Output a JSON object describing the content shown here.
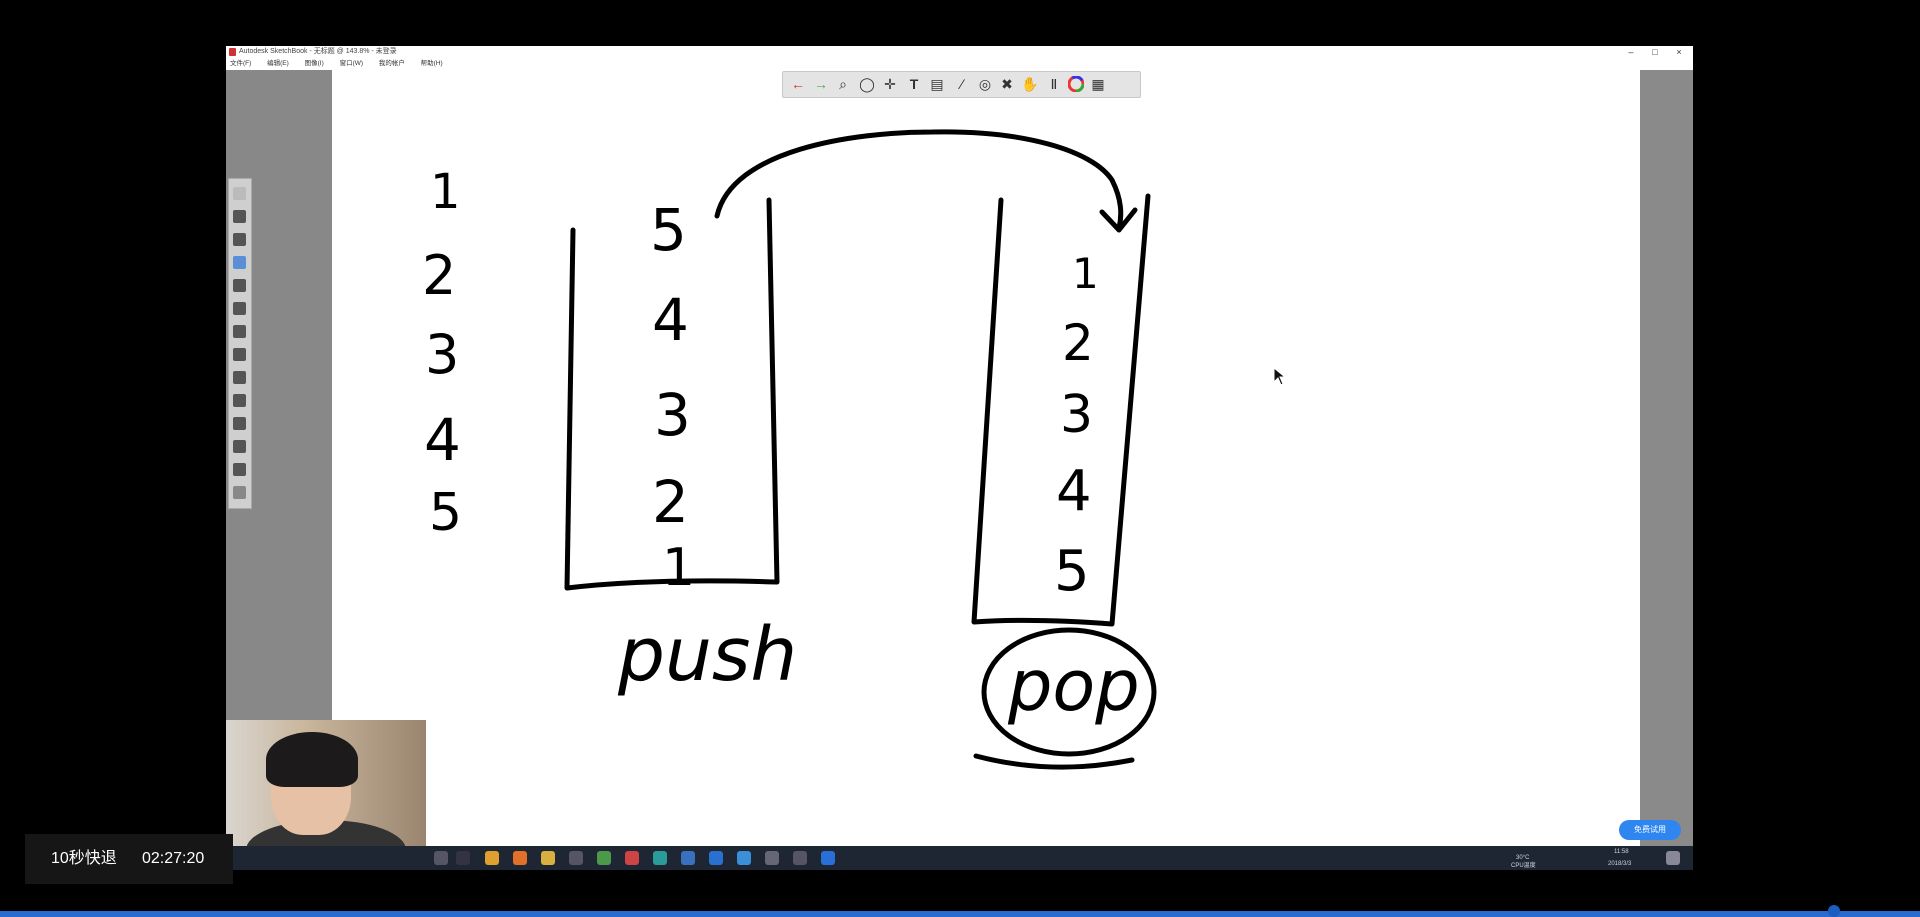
{
  "window": {
    "title": "Autodesk SketchBook - 无标题 @ 143.8% - 未登录",
    "menus": [
      "文件(F)",
      "编辑(E)",
      "图像(I)",
      "窗口(W)",
      "我的帐户",
      "帮助(H)"
    ],
    "controls": {
      "minimize": "–",
      "maximize": "□",
      "close": "×"
    }
  },
  "toolbar": {
    "icons": [
      "undo-icon",
      "redo-icon",
      "zoom-icon",
      "lasso-icon",
      "move-icon",
      "text-icon",
      "layer-icon",
      "ruler-icon",
      "symmetry-icon",
      "distort-icon",
      "hand-icon",
      "brush-library-icon",
      "color-wheel-icon",
      "palette-icon"
    ]
  },
  "drawing": {
    "left_column": [
      "1",
      "2",
      "3",
      "4",
      "5"
    ],
    "push_stack": [
      "5",
      "4",
      "3",
      "2",
      "1"
    ],
    "push_label": "push",
    "pop_stack": [
      "1",
      "2",
      "3",
      "4",
      "5"
    ],
    "pop_label": "pop"
  },
  "app_buttons": {
    "trial": "免费试用"
  },
  "taskbar": {
    "tray_temp": "30°C",
    "tray_weather": "CPU温度",
    "time": "11:58",
    "date": "2018/3/3"
  },
  "player": {
    "rewind_label": "10秒快退",
    "timestamp": "02:27:20",
    "progress": 0.955
  },
  "colors": {
    "background": "#000000",
    "accent": "#2a6bd1",
    "taskbar": "#1e2533"
  }
}
